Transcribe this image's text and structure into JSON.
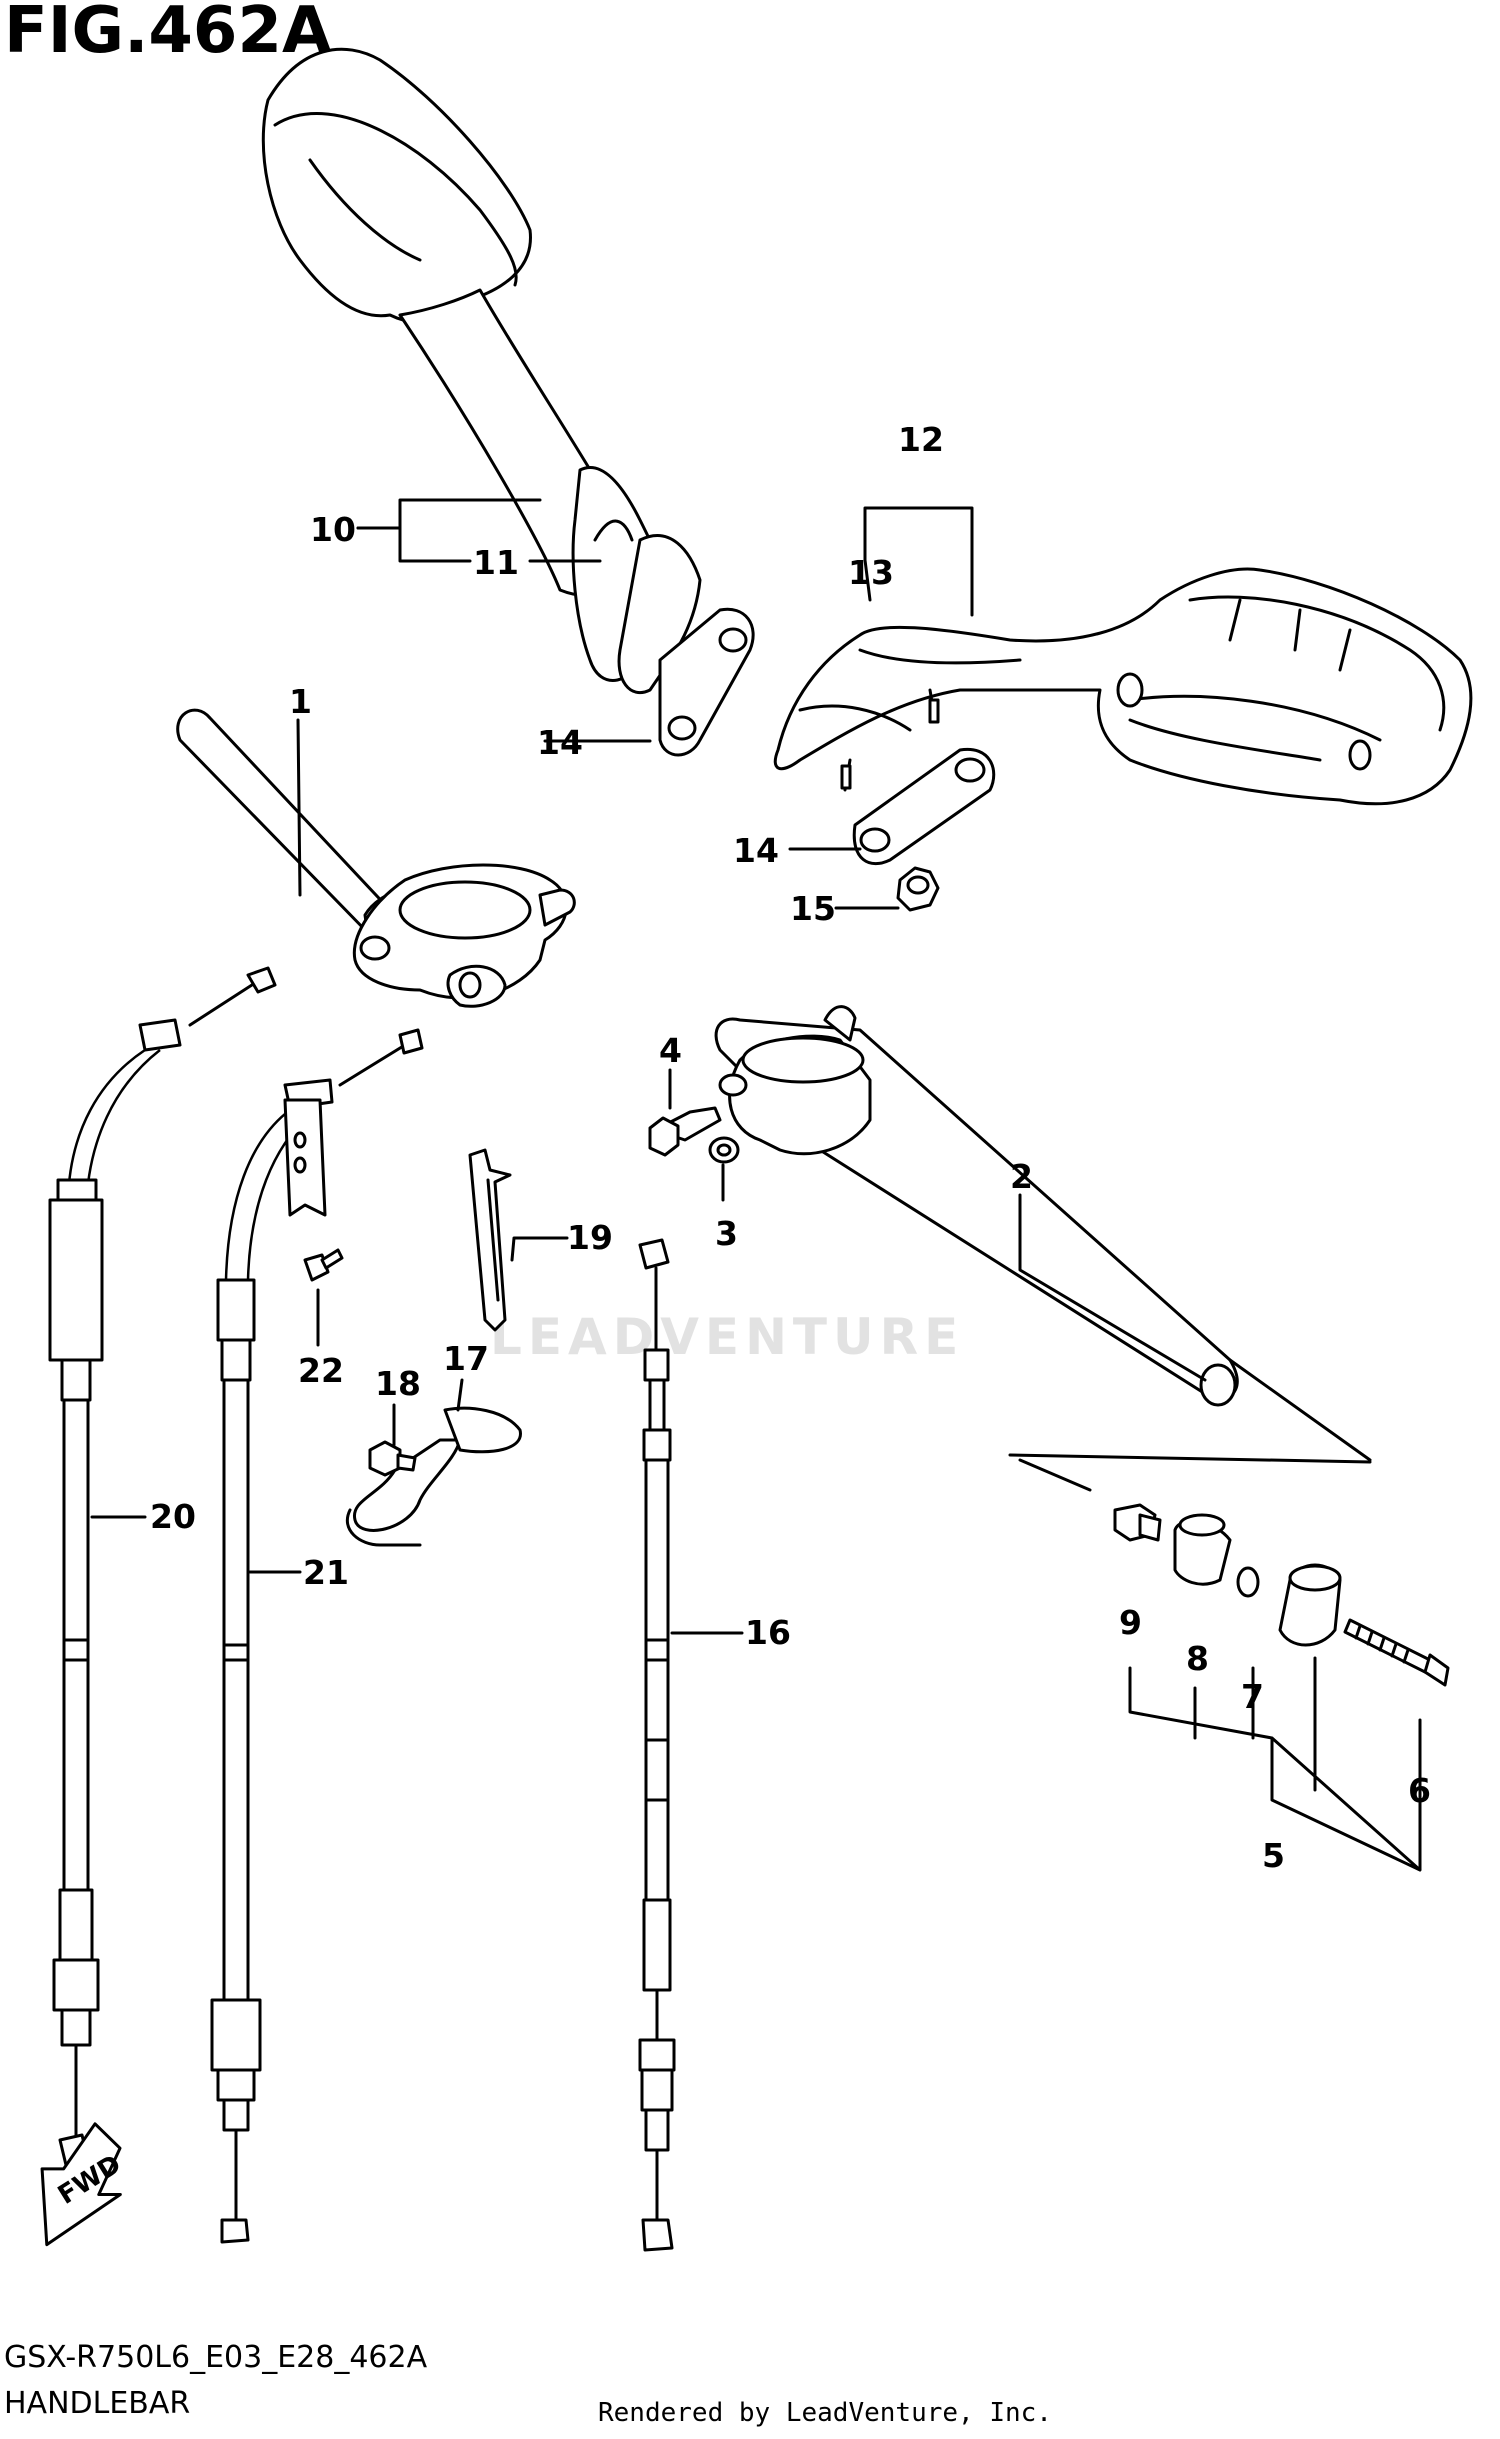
{
  "header": {
    "figure": "FIG.462A"
  },
  "footer": {
    "model_code": "GSX-R750L6_E03_E28_462A",
    "group_name": "HANDLEBAR",
    "credit": "Rendered by LeadVenture, Inc."
  },
  "watermark": {
    "text": "LEADVENTURE"
  },
  "callouts": {
    "c1": "1",
    "c2": "2",
    "c3": "3",
    "c4": "4",
    "c5": "5",
    "c6": "6",
    "c7": "7",
    "c8": "8",
    "c9": "9",
    "c10": "10",
    "c11": "11",
    "c12": "12",
    "c13": "13",
    "c14a": "14",
    "c14b": "14",
    "c15": "15",
    "c16": "16",
    "c17": "17",
    "c18": "18",
    "c19": "19",
    "c20": "20",
    "c21": "21",
    "c22": "22"
  },
  "fwd_arrow": {
    "label": "FWD"
  }
}
